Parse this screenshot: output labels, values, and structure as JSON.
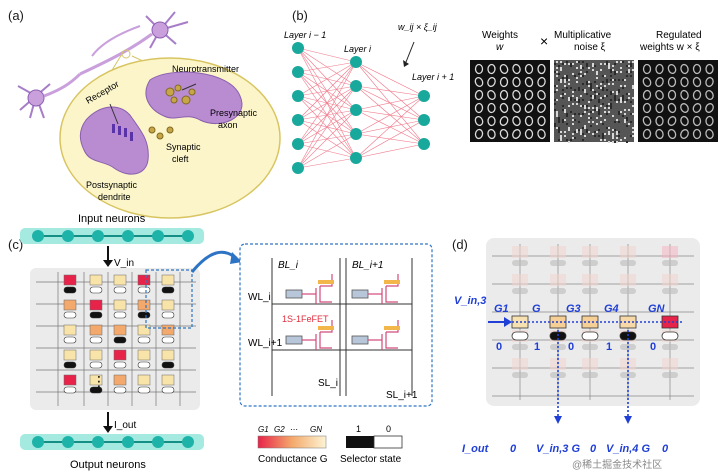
{
  "panel_a": {
    "letter": "(a)",
    "labels": {
      "neurotransmitter": "Neurotransmitter",
      "receptor": "Receptor",
      "presynaptic": "Presynaptic",
      "axon": "axon",
      "synaptic": "Synaptic",
      "cleft": "cleft",
      "postsynaptic": "Postsynaptic",
      "dendrite": "dendrite"
    }
  },
  "panel_b": {
    "letter": "(b)",
    "layer_prev": "Layer i − 1",
    "layer_cur": "Layer i",
    "layer_next": "Layer i + 1",
    "weight_expr": "w_ij × ξ_ij",
    "weights_title": "Weights",
    "weights_symbol": "w",
    "times": "×",
    "noise_title": "Multiplicative",
    "noise_title2": "noise ξ",
    "reg_title": "Regulated",
    "reg_title2": "weights w × ξ"
  },
  "panel_c": {
    "letter": "(c)",
    "input_neurons": "Input neurons",
    "output_neurons": "Output neurons",
    "v_in": "V_in",
    "i_out": "I_out",
    "ellipsis": "⋮",
    "bl_i": "BL_i",
    "bl_i1": "BL_i+1",
    "wl_i": "WL_i",
    "wl_i1": "WL_i+1",
    "device": "1S-1FeFET",
    "sl_i": "SL_i",
    "sl_i1": "SL_i+1",
    "legend": {
      "g1": "G1",
      "g2": "G2",
      "dots": "⋯",
      "gn": "GN",
      "conductance": "Conductance G",
      "one": "1",
      "zero": "0",
      "selector": "Selector state"
    },
    "colors": {
      "red": "#e8234a",
      "orange": "#f3a96b",
      "yellow": "#f8e3a8",
      "teal": "#1eb3a9",
      "bar": "#9de9df"
    }
  },
  "panel_d": {
    "letter": "(d)",
    "v_in3": "V_in,3",
    "g_labels": [
      "G1",
      "G",
      "G3",
      "G4",
      "GN"
    ],
    "states": [
      "0",
      "1",
      "0",
      "1",
      "0"
    ],
    "i_out": "I_out",
    "bottom": [
      "0",
      "V_in,3 G",
      "0",
      "V_in,4 G",
      "0"
    ],
    "watermark": "@稀土掘金技术社区"
  }
}
